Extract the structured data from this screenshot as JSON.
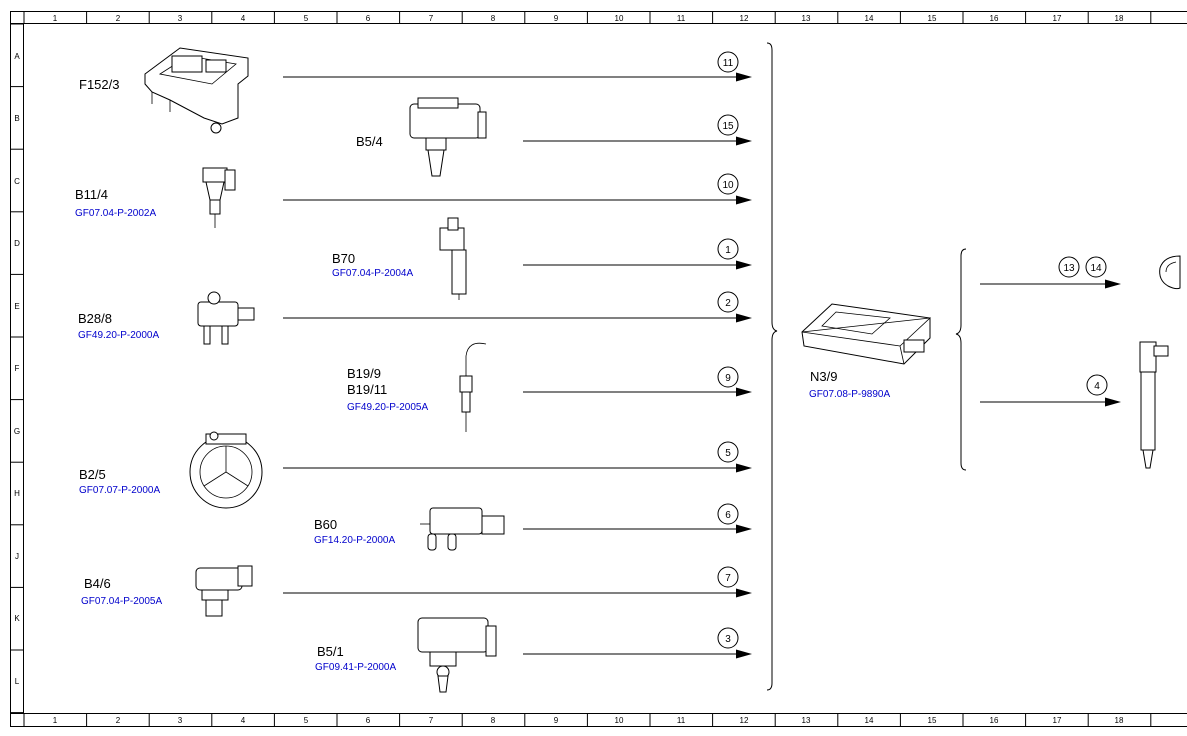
{
  "frame": {
    "columns": [
      "1",
      "2",
      "3",
      "4",
      "5",
      "6",
      "7",
      "8",
      "9",
      "10",
      "11",
      "12",
      "13",
      "14",
      "15",
      "16",
      "17",
      "18"
    ],
    "rows": [
      "A",
      "B",
      "C",
      "D",
      "E",
      "F",
      "G",
      "H",
      "J",
      "K",
      "L"
    ]
  },
  "components": [
    {
      "id": "F152/3",
      "ref": ""
    },
    {
      "id": "B5/4",
      "ref": ""
    },
    {
      "id": "B11/4",
      "ref": "GF07.04-P-2002A"
    },
    {
      "id": "B70",
      "ref": "GF07.04-P-2004A"
    },
    {
      "id": "B28/8",
      "ref": "GF49.20-P-2000A"
    },
    {
      "id": "B19/9",
      "ref": ""
    },
    {
      "id": "B19/11",
      "ref": "GF49.20-P-2005A"
    },
    {
      "id": "B2/5",
      "ref": "GF07.07-P-2000A"
    },
    {
      "id": "B60",
      "ref": "GF14.20-P-2000A"
    },
    {
      "id": "B4/6",
      "ref": "GF07.04-P-2005A"
    },
    {
      "id": "B5/1",
      "ref": "GF09.41-P-2000A"
    },
    {
      "id": "N3/9",
      "ref": "GF07.08-P-9890A"
    }
  ],
  "signals": [
    "11",
    "15",
    "10",
    "1",
    "2",
    "9",
    "5",
    "6",
    "7",
    "3",
    "13",
    "14",
    "4"
  ]
}
